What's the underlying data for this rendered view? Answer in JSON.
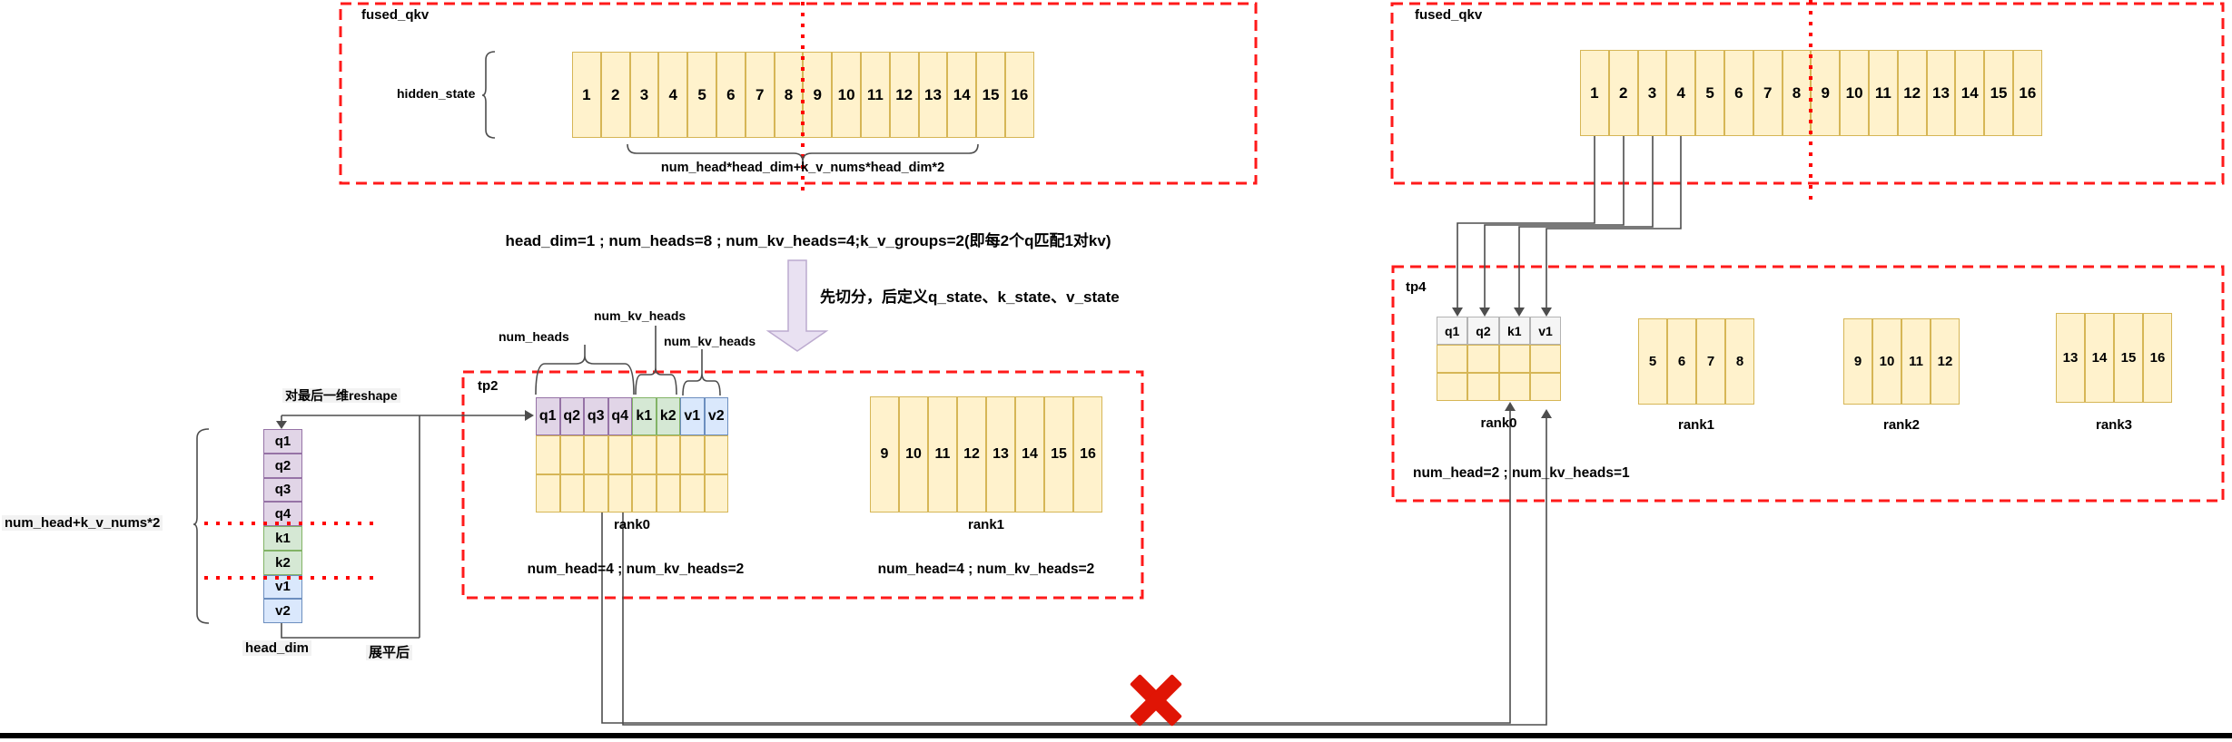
{
  "colors": {
    "box_dash_red": "#FF1A1A",
    "dotted_red": "#FF0000",
    "line_gray": "#4D4D4D",
    "cell_yellow_fill": "#FFF2CC",
    "cell_yellow_border": "#D6B656",
    "q_fill": "#E1D5E7",
    "k_fill": "#D5E8D4",
    "v_fill": "#DAE8FC",
    "gray_header_fill": "#F5F5F5",
    "label_highlight_bg": "#F2F2F2",
    "big_arrow_fill": "#E9E1F2",
    "cross_red": "#E01505"
  },
  "top_left_box": {
    "title": "fused_qkv",
    "row_label": "hidden_state",
    "cells": [
      "1",
      "2",
      "3",
      "4",
      "5",
      "6",
      "7",
      "8",
      "9",
      "10",
      "11",
      "12",
      "13",
      "14",
      "15",
      "16"
    ],
    "brace_label": "num_head*head_dim+k_v_nums*head_dim*2"
  },
  "top_right_box": {
    "title": "fused_qkv",
    "cells": [
      "1",
      "2",
      "3",
      "4",
      "5",
      "6",
      "7",
      "8",
      "9",
      "10",
      "11",
      "12",
      "13",
      "14",
      "15",
      "16"
    ]
  },
  "middle": {
    "config_text": "head_dim=1 ; num_heads=8 ; num_kv_heads=4;k_v_groups=2(即每2个q匹配1对kv)",
    "arrow_caption": "先切分，后定义q_state、k_state、v_state"
  },
  "reshape_area": {
    "reshape_label": "对最后一维reshape",
    "dim_label": "num_head+k_v_nums*2",
    "stack_cells": [
      "q1",
      "q2",
      "q3",
      "q4",
      "k1",
      "k2",
      "v1",
      "v2"
    ],
    "head_dim_label": "head_dim",
    "flatten_label": "展平后"
  },
  "tp2": {
    "title": "tp2",
    "brace_label_q": "num_heads",
    "brace_label_k": "num_kv_heads",
    "brace_label_v": "num_kv_heads",
    "rank0": {
      "rows": [
        [
          "q1",
          "q2",
          "q3",
          "q4",
          "k1",
          "k2",
          "v1",
          "v2"
        ],
        [
          "",
          "",
          "",
          "",
          "",
          "",
          "",
          ""
        ],
        [
          "",
          "",
          "",
          "",
          "",
          "",
          "",
          ""
        ]
      ],
      "label": "rank0",
      "caption": "num_head=4 ; num_kv_heads=2"
    },
    "rank1": {
      "cells": [
        "9",
        "10",
        "11",
        "12",
        "13",
        "14",
        "15",
        "16"
      ],
      "label": "rank1",
      "caption": "num_head=4 ; num_kv_heads=2"
    }
  },
  "tp4": {
    "title": "tp4",
    "rank0": {
      "rows": [
        [
          "q1",
          "q2",
          "k1",
          "v1"
        ],
        [
          "",
          "",
          "",
          ""
        ],
        [
          "",
          "",
          "",
          ""
        ]
      ],
      "label": "rank0"
    },
    "rank1": {
      "cells": [
        "5",
        "6",
        "7",
        "8"
      ],
      "label": "rank1"
    },
    "rank2": {
      "cells": [
        "9",
        "10",
        "11",
        "12"
      ],
      "label": "rank2"
    },
    "rank3": {
      "cells": [
        "13",
        "14",
        "15",
        "16"
      ],
      "label": "rank3"
    },
    "caption": "num_head=2 ; num_kv_heads=1"
  },
  "cross_mark": "✖"
}
